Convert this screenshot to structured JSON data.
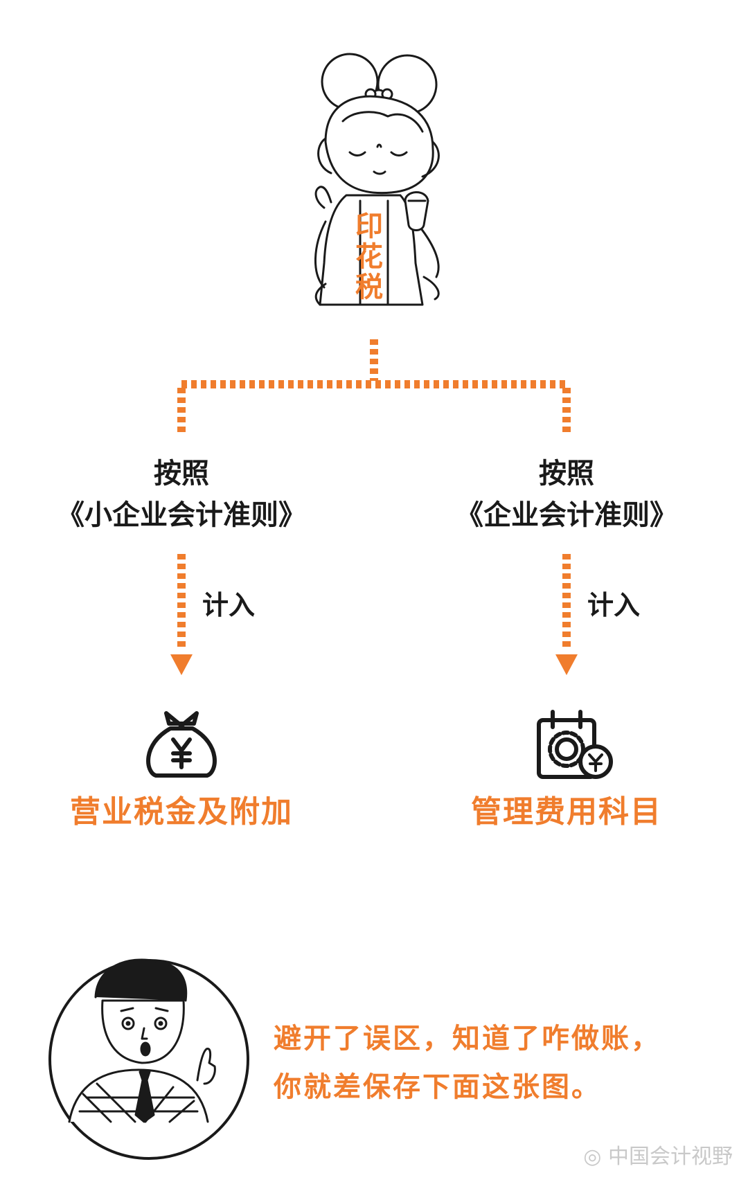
{
  "character": {
    "title": "印花税"
  },
  "branches": [
    {
      "lead": "按照",
      "standard": "《小企业会计准则》",
      "arrow_label": "计入",
      "icon": "money-bag-yen-icon",
      "destination": "营业税金及附加"
    },
    {
      "lead": "按照",
      "standard": "《企业会计准则》",
      "arrow_label": "计入",
      "icon": "calendar-gear-yen-icon",
      "destination": "管理费用科目"
    }
  ],
  "footer": {
    "line1": "避开了误区，知道了咋做账，",
    "line2": "你就差保存下面这张图。"
  },
  "watermark": "中国会计视野",
  "colors": {
    "accent": "#f07d2d",
    "ink": "#1a1a1a"
  }
}
